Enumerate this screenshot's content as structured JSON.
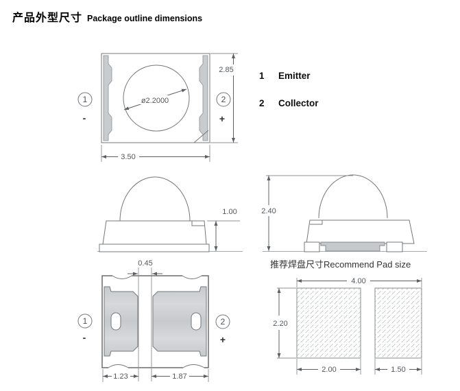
{
  "page": {
    "title_zh": "产品外型尺寸",
    "title_en": "Package outline dimensions"
  },
  "legend": {
    "items": [
      {
        "num": "1",
        "label": "Emitter"
      },
      {
        "num": "2",
        "label": "Collector"
      }
    ]
  },
  "top_view": {
    "pin1": "1",
    "pin1_sign": "-",
    "pin2": "2",
    "pin2_sign": "+",
    "lens_diameter": "ø2.2000",
    "width": "3.50",
    "height": "2.85"
  },
  "front_view": {
    "body_height": "1.00"
  },
  "side_view": {
    "total_height": "2.40"
  },
  "bottom_view": {
    "pin1": "1",
    "pin1_sign": "-",
    "pin2": "2",
    "pin2_sign": "+",
    "pad_gap": "0.45",
    "pad1_width": "1.23",
    "pad2_width": "1.87"
  },
  "pad_layout": {
    "title": "推荐焊盘尺寸Recommend Pad size",
    "total_width": "4.00",
    "height": "2.20",
    "pad1_width": "2.00",
    "pad2_width": "1.50"
  }
}
